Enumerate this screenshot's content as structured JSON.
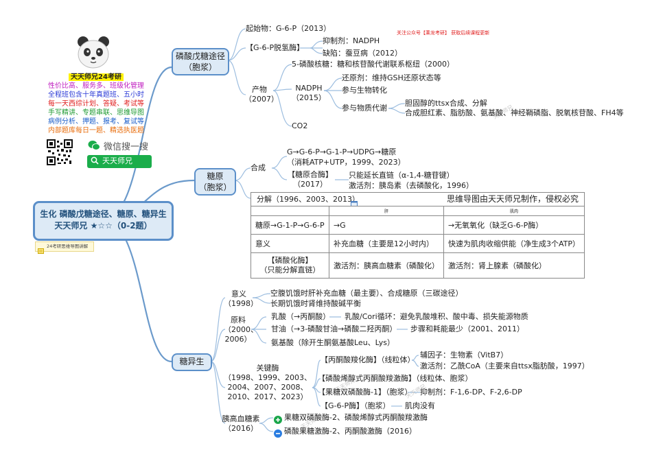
{
  "promo": {
    "title": "天天师兄24考研",
    "lines": [
      {
        "text": "性价比高、服务多、班级化管理",
        "color": "#c020c0"
      },
      {
        "text": "全程班包含十年真题班、五小时",
        "color": "#2a39d6"
      },
      {
        "text": "每一天西综计划、答疑、考试等",
        "color": "#e01c1c"
      },
      {
        "text": "手写精讲、专题串联、思维导图",
        "color": "#1f9a32"
      },
      {
        "text": "病例分析、押题、报考、复试等",
        "color": "#1a5cc9"
      },
      {
        "text": "内部题库每日一题、精选执医题",
        "color": "#e86d0c"
      }
    ],
    "wechat_label": "微信搜一搜",
    "search_text": "天天师兄",
    "note_label": "24考研思维导图讲解",
    "top_notice": "关注公众号【乘龙考研】 获取后续课程更新"
  },
  "root": {
    "line1": "生化 磷酸戊糖途径、糖原、糖异生",
    "line2": "天天师兄 ★☆☆（0-2题）"
  },
  "ppp": {
    "topic": [
      "磷酸戊糖途径",
      "（胞浆）"
    ],
    "start": "起始物：G-6-P（2013）",
    "g6pd": "【G-6-P脱氢酶】",
    "inhibitor": "抑制剂：NADPH",
    "defect": "缺陷：蚕豆病（2012）",
    "product": [
      "产物",
      "（2007）"
    ],
    "r5p": "5-磷酸核糖：糖和核苷酸代谢联系枢纽（2000）",
    "nadph": [
      "NADPH",
      "（2015）"
    ],
    "reductant": "还原剂：维持GSH还原状态等",
    "biotrans": "参与生物转化",
    "metab": "参与物质代谢",
    "chol": "胆固醇的ttsx合成、分解",
    "synth": "合成胆红素、脂肪酸、氨基酸、神经鞘磷脂、脱氧核苷酸、FH4等",
    "co2": "CO2"
  },
  "glycogen": {
    "topic": [
      "糖原",
      "（胞浆）"
    ],
    "synthesis": "合成",
    "path": "G→G-6-P→G-1-P→UDPG→糖原",
    "cost": "（消耗ATP+UTP，1999、2023）",
    "enzyme": [
      "【糖原合酶】",
      "（2017）"
    ],
    "enzyme_note": "只能延长直链（α-1,4-糖苷键）",
    "activator": "激活剂：胰岛素（去磷酸化，1996）",
    "breakdown": "分解（1996、2003、2013）",
    "banner": "思维导图由天天师兄制作，侵权必究",
    "col_liver": "肝",
    "col_muscle": "肌肉",
    "rows": [
      {
        "label": "糖原→G-1-P→G-6-P",
        "liver": "→G",
        "muscle": "→无氧氧化（缺乏G-6-P酶）"
      },
      {
        "label": "意义",
        "liver": "补充血糖（主要是12小时内）",
        "muscle": "快速为肌肉收缩供能（净生成3个ATP）"
      },
      {
        "label": "【磷酸化酶】\n（只能分解直链）",
        "liver": "激活剂：胰高血糖素（磷酸化）",
        "muscle": "激活剂：肾上腺素（磷酸化）"
      }
    ]
  },
  "gng": {
    "topic": "糖异生",
    "meaning": [
      "意义",
      "（1998）"
    ],
    "m1": "空腹饥饿时肝补充血糖（最主要）、合成糖原（三碳途径）",
    "m2": "长期饥饿时肾维持酸碱平衡",
    "material": [
      "原料",
      "（2000、",
      "2006）"
    ],
    "lactate": "乳酸（→丙酮酸）",
    "cori": "乳酸/Cori循环：避免乳酸堆积、酸中毒、损失能源物质",
    "glycerol": "甘油（→3-磷酸甘油→磷酸二羟丙酮）",
    "glycerol_note": "步骤和耗能最少（2001、2011）",
    "aa": "氨基酸（除开生酮氨基酸Leu、Lys）",
    "key_enzymes": [
      "关键酶",
      "（1998、1999、2003、",
      "2004、2007、2008、",
      "2010、2017、2023）"
    ],
    "pc": "【丙酮酸羧化酶】（线粒体）",
    "cofactor": "辅因子：生物素（VitB7）",
    "acoa": "激活剂：乙酰CoA（主要来自ttsx脂肪酸，1997）",
    "pepck": "【磷酸烯醇式丙酮酸羧激酶】（线粒体、胞浆）",
    "fbp": "【果糖双磷酸酶-1】（胞浆）",
    "fbp_inh": "抑制剂：F-1,6-DP、F-2,6-DP",
    "g6p": "【G-6-P酶】（胞浆）",
    "g6p_note": "肌肉没有",
    "glucagon": [
      "胰高血糖素",
      "（2016）"
    ],
    "plus": "果糖双磷酸酶-2、磷酸烯醇式丙酮酸羧激酶",
    "minus": "磷酸果糖激酶-2、丙酮酸激酶（2016）"
  },
  "icons": [
    "panda-icon",
    "qr-code-icon",
    "wechat-icon",
    "search-icon",
    "calendar-icon",
    "note-icon",
    "plus-icon",
    "minus-icon"
  ],
  "colors": {
    "topic_border": "#5b8fc9",
    "topic_fill": "#ddeaf6",
    "branch": "#6b9acb",
    "plus": "#1aa64a",
    "minus": "#2a7de1"
  }
}
